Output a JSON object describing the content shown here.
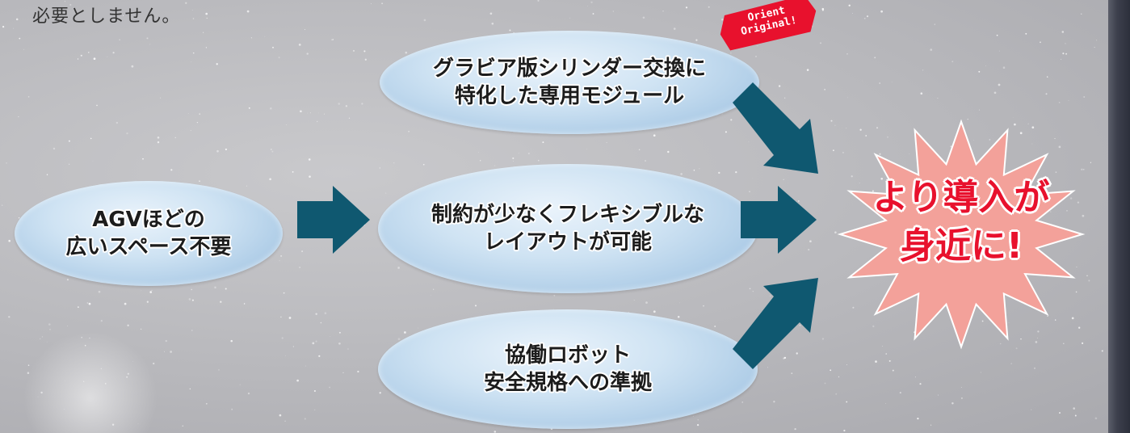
{
  "intro": {
    "text": "必要としません。"
  },
  "bubbles": {
    "module": "グラビア版シリンダー交換に\n特化した専用モジュール",
    "space": "AGVほどの\n広いスペース不要",
    "layout": "制約が少なくフレキシブルな\nレイアウトが可能",
    "cobot": "協働ロボット\n安全規格への準拠"
  },
  "badge": {
    "text": "Orient\n Original!"
  },
  "result": {
    "text": "より導入が\n身近に!"
  },
  "colors": {
    "arrow": "#0f5870",
    "burst_fill": "#f3a19a",
    "badge_fill": "#e8112d",
    "result_text": "#e8112d",
    "bubble": "#a9c9e5"
  }
}
